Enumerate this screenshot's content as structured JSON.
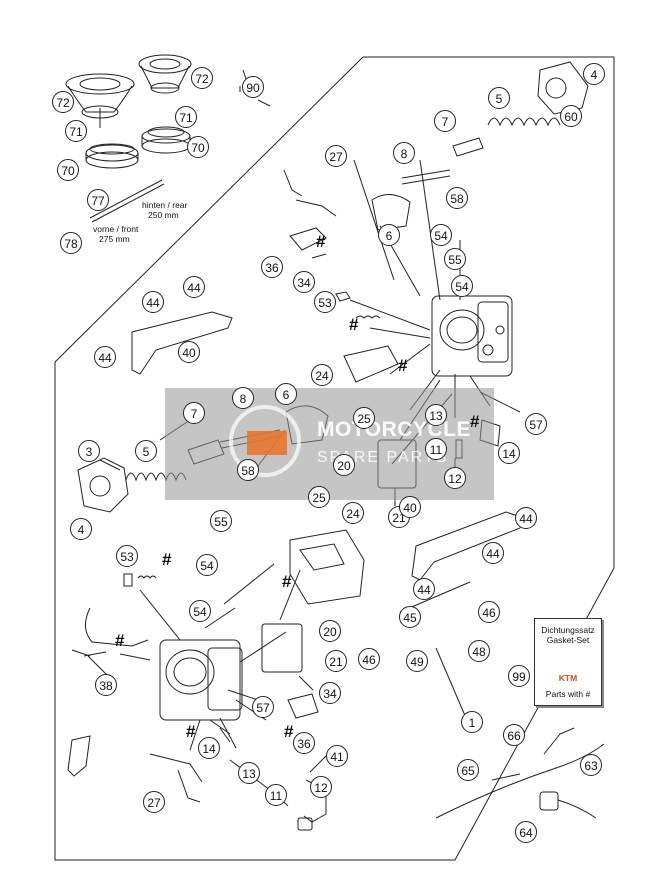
{
  "colors": {
    "line": "#222222",
    "watermark_box": "#969696",
    "watermark_logo": "#e8742c",
    "watermark_text": "#ffffff"
  },
  "callouts": {
    "c1": "1",
    "c3": "3",
    "c4a": "4",
    "c4b": "4",
    "c5a": "5",
    "c5b": "5",
    "c6a": "6",
    "c6b": "6",
    "c7a": "7",
    "c7b": "7",
    "c8a": "8",
    "c8b": "8",
    "c11a": "11",
    "c11b": "11",
    "c12a": "12",
    "c12b": "12",
    "c13a": "13",
    "c13b": "13",
    "c14a": "14",
    "c14b": "14",
    "c20a": "20",
    "c20b": "20",
    "c21a": "21",
    "c21b": "21",
    "c24a": "24",
    "c24b": "24",
    "c25a": "25",
    "c25b": "25",
    "c27a": "27",
    "c27b": "27",
    "c34a": "34",
    "c34b": "34",
    "c36a": "36",
    "c36b": "36",
    "c38": "38",
    "c40a": "40",
    "c40b": "40",
    "c41": "41",
    "c44a": "44",
    "c44b": "44",
    "c44c": "44",
    "c44d": "44",
    "c44e": "44",
    "c45": "45",
    "c46a": "46",
    "c46b": "46",
    "c48": "48",
    "c49": "49",
    "c53a": "53",
    "c53b": "53",
    "c54a": "54",
    "c54b": "54",
    "c54c": "54",
    "c54d": "54",
    "c55a": "55",
    "c55b": "55",
    "c57a": "57",
    "c57b": "57",
    "c58a": "58",
    "c58b": "58",
    "c60": "60",
    "c63": "63",
    "c64": "64",
    "c65": "65",
    "c66": "66",
    "c70a": "70",
    "c70b": "70",
    "c71a": "71",
    "c71b": "71",
    "c72a": "72",
    "c72b": "72",
    "c77": "77",
    "c78": "78",
    "c90": "90",
    "c99": "99"
  },
  "hash_symbol": "#",
  "hose_labels": {
    "rear_line1": "hinten / rear",
    "rear_line2": "250 mm",
    "front_line1": "vorne / front",
    "front_line2": "275 mm"
  },
  "gasket_kit": {
    "line1": "Dichtungssatz",
    "line2": "Gasket-Set",
    "brand": "KTM",
    "line3": "Parts with #"
  },
  "watermark": {
    "brand": "MOTORCYCLE",
    "sub": "SPARE PARTS"
  }
}
